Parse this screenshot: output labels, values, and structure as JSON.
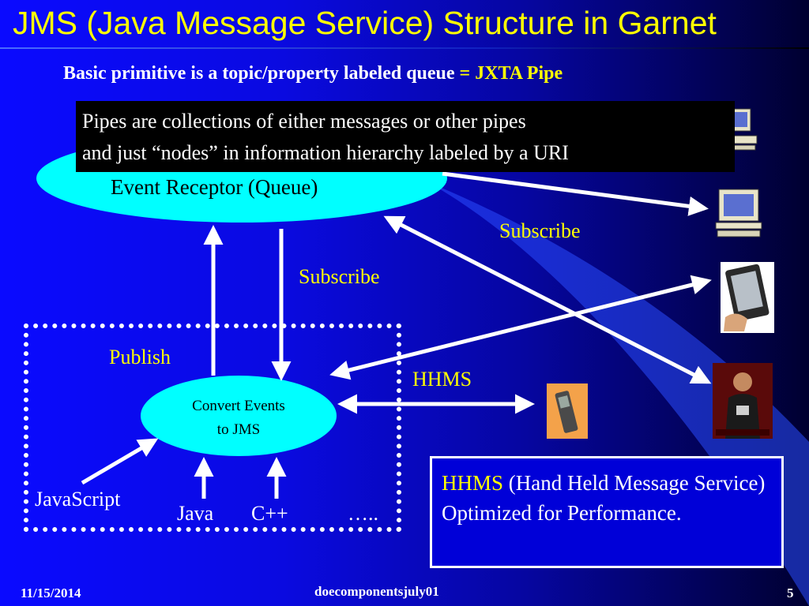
{
  "slide": {
    "title": "JMS (Java Message Service) Structure in Garnet",
    "subtitle_text": "Basic primitive is a topic/property labeled queue ",
    "subtitle_accent": "= JXTA Pipe",
    "callout_line1": "Pipes are collections of either messages or other pipes",
    "callout_line2": " and just “nodes” in information hierarchy labeled by a URI",
    "event_receptor_label": "Event Receptor (Queue)",
    "subscribe_upper": "Subscribe",
    "subscribe_lower": "Subscribe",
    "publish": "Publish",
    "hhms_label": "HHMS",
    "convert_line1": "Convert Events",
    "convert_line2": "to JMS",
    "javascript": "JavaScript",
    "java": "Java",
    "cpp": "C++",
    "ellipsis": "…..",
    "hhms_box_accent": "HHMS",
    "hhms_box_text": " (Hand Held Message Service) Optimized for Performance.",
    "footer_date": "11/15/2014",
    "footer_center": "doecomponentsjuly01",
    "footer_page": "5"
  },
  "colors": {
    "accent": "#ffff00",
    "cyan": "#00ffff",
    "background": "#0a0aff"
  },
  "icons": [
    "desktop-computer-icon",
    "desktop-computer-icon",
    "tablet-in-hand-icon",
    "person-with-device-icon",
    "mobile-phone-icon"
  ]
}
